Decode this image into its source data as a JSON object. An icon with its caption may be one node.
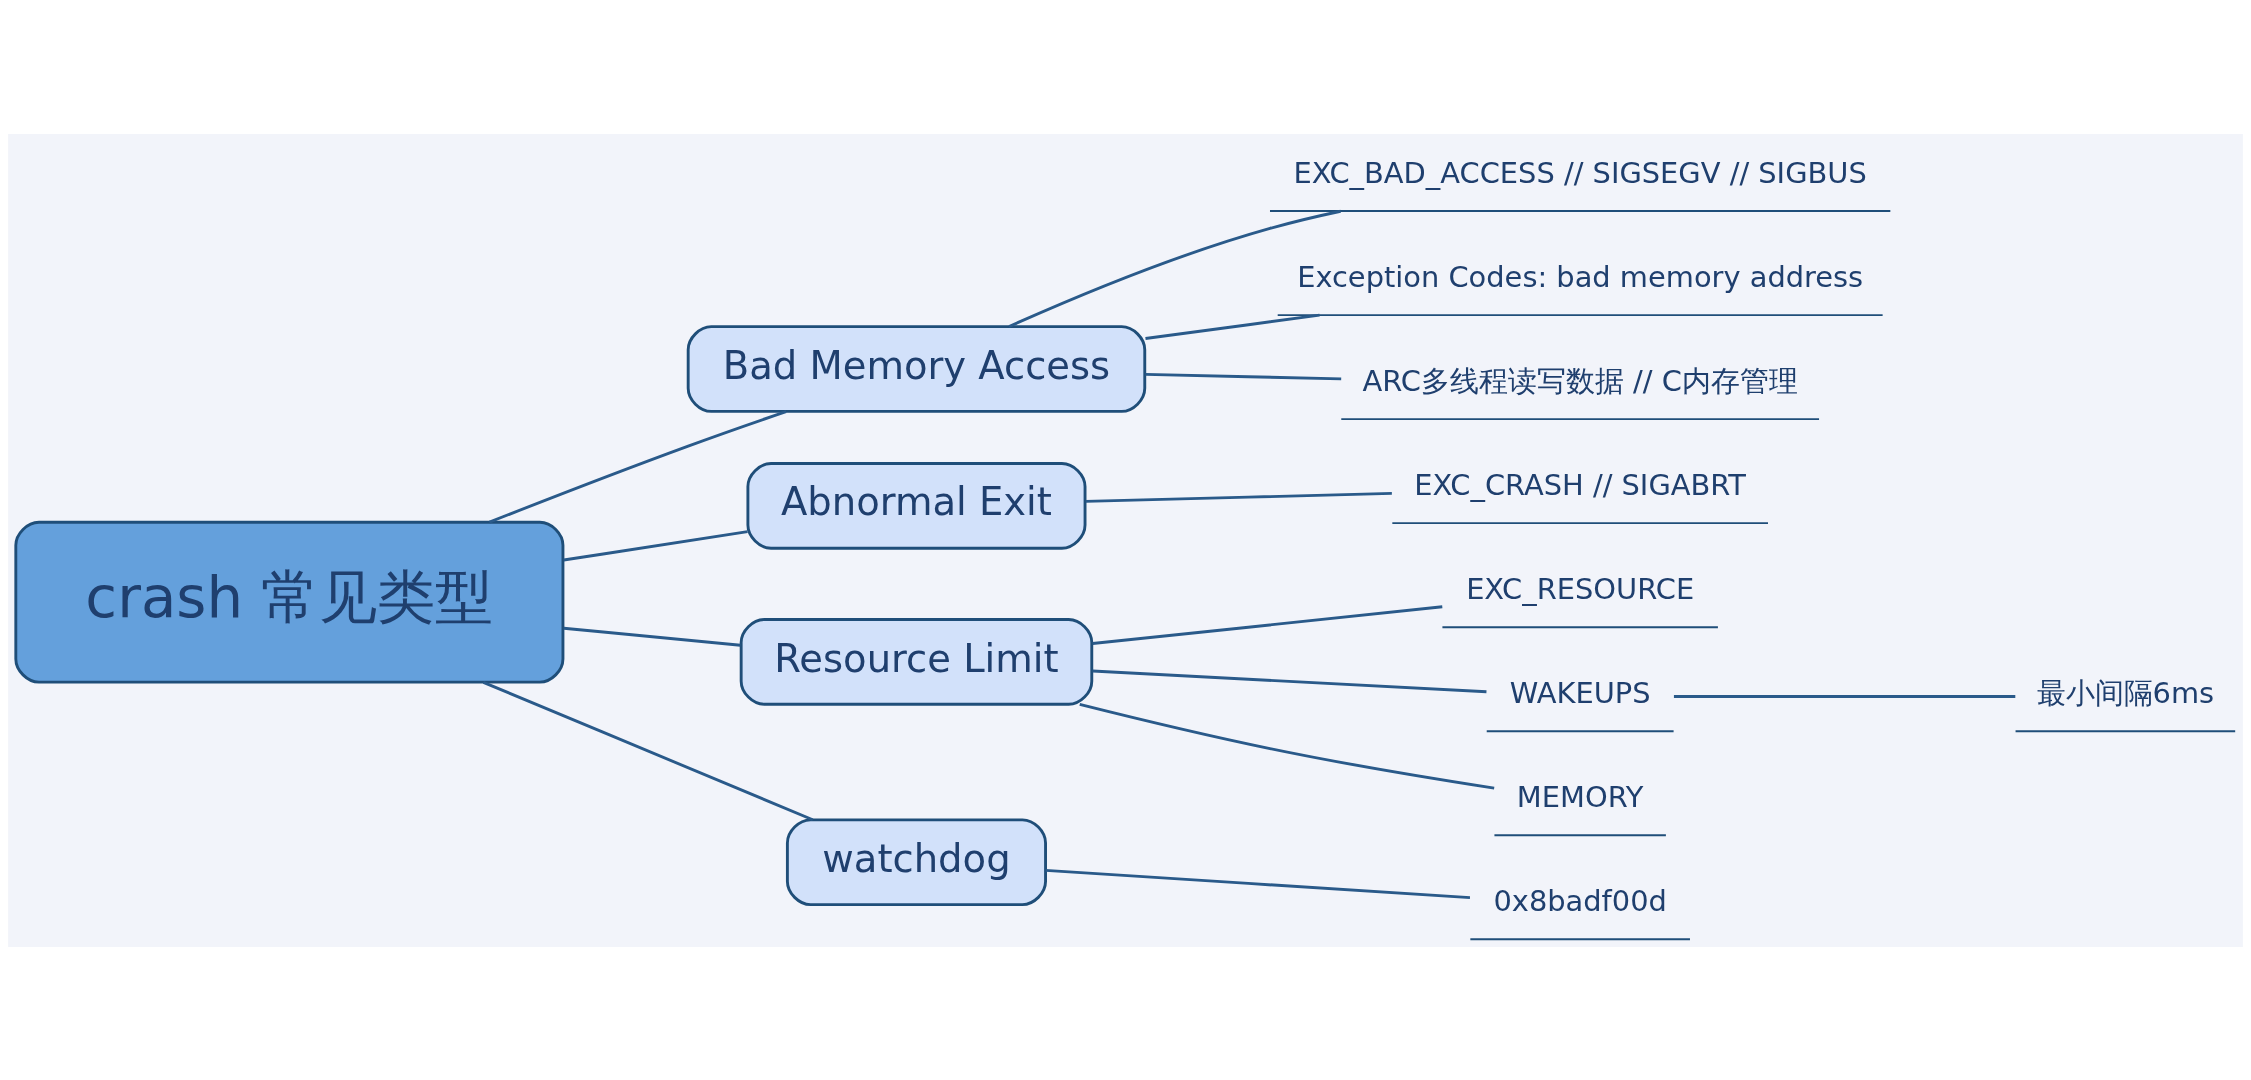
{
  "diagram": {
    "nodes": [
      {
        "text": [
          "crash 常见类型"
        ]
      },
      {
        "text": [
          "Bad Memory Access"
        ]
      },
      {
        "text": [
          "EXC_BAD_ACCESS // SIGSEGV // SIGBUS"
        ]
      },
      {
        "text": [
          "Exception Codes: bad memory address"
        ]
      },
      {
        "text": [
          "ARC多线程读写数据 // C内存管理"
        ]
      },
      {
        "text": [
          "Abnormal Exit"
        ]
      },
      {
        "text": [
          "EXC_CRASH // SIGABRT"
        ]
      },
      {
        "text": [
          "Resource Limit"
        ]
      },
      {
        "text": [
          "EXC_RESOURCE"
        ]
      },
      {
        "text": [
          "WAKEUPS"
        ]
      },
      {
        "text": [
          "最小间隔6ms"
        ]
      },
      {
        "text": [
          "MEMORY"
        ]
      },
      {
        "text": [
          "watchdog"
        ]
      },
      {
        "text": [
          "0x8badf00d"
        ]
      }
    ],
    "edges": [
      {
        "from": 0,
        "to": 1,
        "arrow": "none"
      },
      {
        "from": 1,
        "to": 2,
        "arrow": "none"
      },
      {
        "from": 1,
        "to": 3,
        "arrow": "none"
      },
      {
        "from": 1,
        "to": 4,
        "arrow": "none"
      },
      {
        "from": 0,
        "to": 5,
        "arrow": "none"
      },
      {
        "from": 5,
        "to": 6,
        "arrow": "none"
      },
      {
        "from": 0,
        "to": 7,
        "arrow": "none"
      },
      {
        "from": 7,
        "to": 8,
        "arrow": "none"
      },
      {
        "from": 7,
        "to": 9,
        "arrow": "none"
      },
      {
        "from": 9,
        "to": 10,
        "arrow": "none"
      },
      {
        "from": 7,
        "to": 11,
        "arrow": "none"
      },
      {
        "from": 0,
        "to": 12,
        "arrow": "none"
      },
      {
        "from": 12,
        "to": 13,
        "arrow": "none"
      }
    ]
  }
}
